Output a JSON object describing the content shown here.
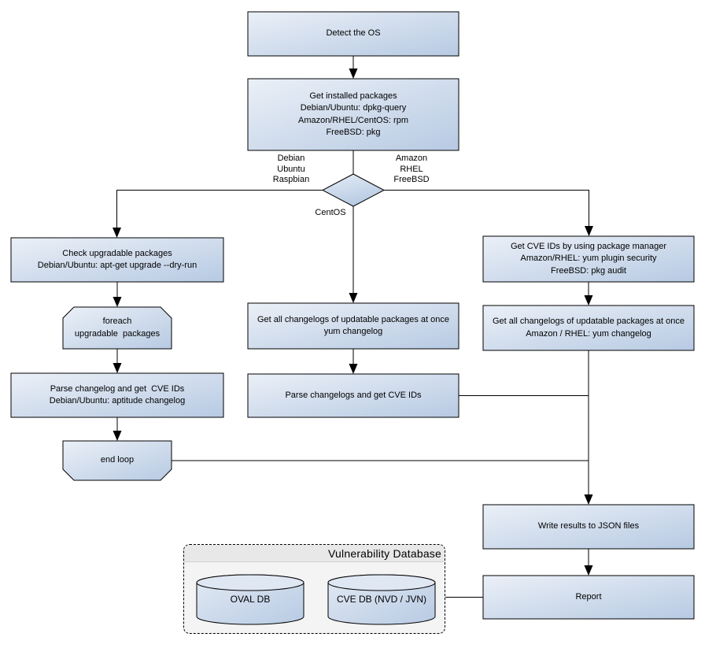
{
  "colors": {
    "node_gradient_start": "#eaeff7",
    "node_gradient_end": "#b8cbe3",
    "node_border": "#000000",
    "connector": "#000000",
    "panel_fill": "#f4f4f4",
    "panel_header_fill": "#e8e8e8"
  },
  "flowchart": {
    "nodes": {
      "detect_os": {
        "lines": [
          "Detect the OS"
        ]
      },
      "get_installed_packages": {
        "lines": [
          "Get installed packages",
          "Debian/Ubuntu: dpkg-query",
          "Amazon/RHEL/CentOS: rpm",
          "FreeBSD: pkg"
        ]
      },
      "check_upgradable_packages": {
        "lines": [
          "Check upgradable packages",
          "Debian/Ubuntu: apt-get upgrade --dry-run"
        ]
      },
      "foreach_upgradable_packages": {
        "lines": [
          "foreach",
          "upgradable  packages"
        ]
      },
      "parse_changelog_get_cve_ids": {
        "lines": [
          "Parse changelog and get  CVE IDs",
          "Debian/Ubuntu: aptitude changelog"
        ]
      },
      "end_loop": {
        "lines": [
          "end loop"
        ]
      },
      "get_changelogs_yum": {
        "lines": [
          "Get all changelogs of updatable packages at once",
          "yum changelog"
        ]
      },
      "parse_changelogs_get_cve_ids": {
        "lines": [
          "Parse changelogs and get CVE IDs"
        ]
      },
      "get_cve_ids_package_manager": {
        "lines": [
          "Get CVE IDs by using package manager",
          "Amazon/RHEL: yum plugin security",
          "FreeBSD: pkg audit"
        ]
      },
      "get_changelogs_amazon_rhel": {
        "lines": [
          "Get all changelogs of updatable packages at once",
          "Amazon / RHEL: yum changelog"
        ]
      },
      "write_results_json": {
        "lines": [
          "Write results to JSON files"
        ]
      },
      "report": {
        "lines": [
          "Report"
        ]
      }
    },
    "branch_labels": {
      "left": {
        "lines": [
          "Debian",
          "Ubuntu",
          "Raspbian"
        ]
      },
      "right": {
        "lines": [
          "Amazon",
          "RHEL",
          "FreeBSD"
        ]
      },
      "bottom": {
        "lines": [
          "CentOS"
        ]
      }
    },
    "database_panel": {
      "title": "Vulnerability Database",
      "cylinders": [
        {
          "label": "OVAL DB"
        },
        {
          "label": "CVE DB (NVD / JVN)"
        }
      ]
    }
  }
}
